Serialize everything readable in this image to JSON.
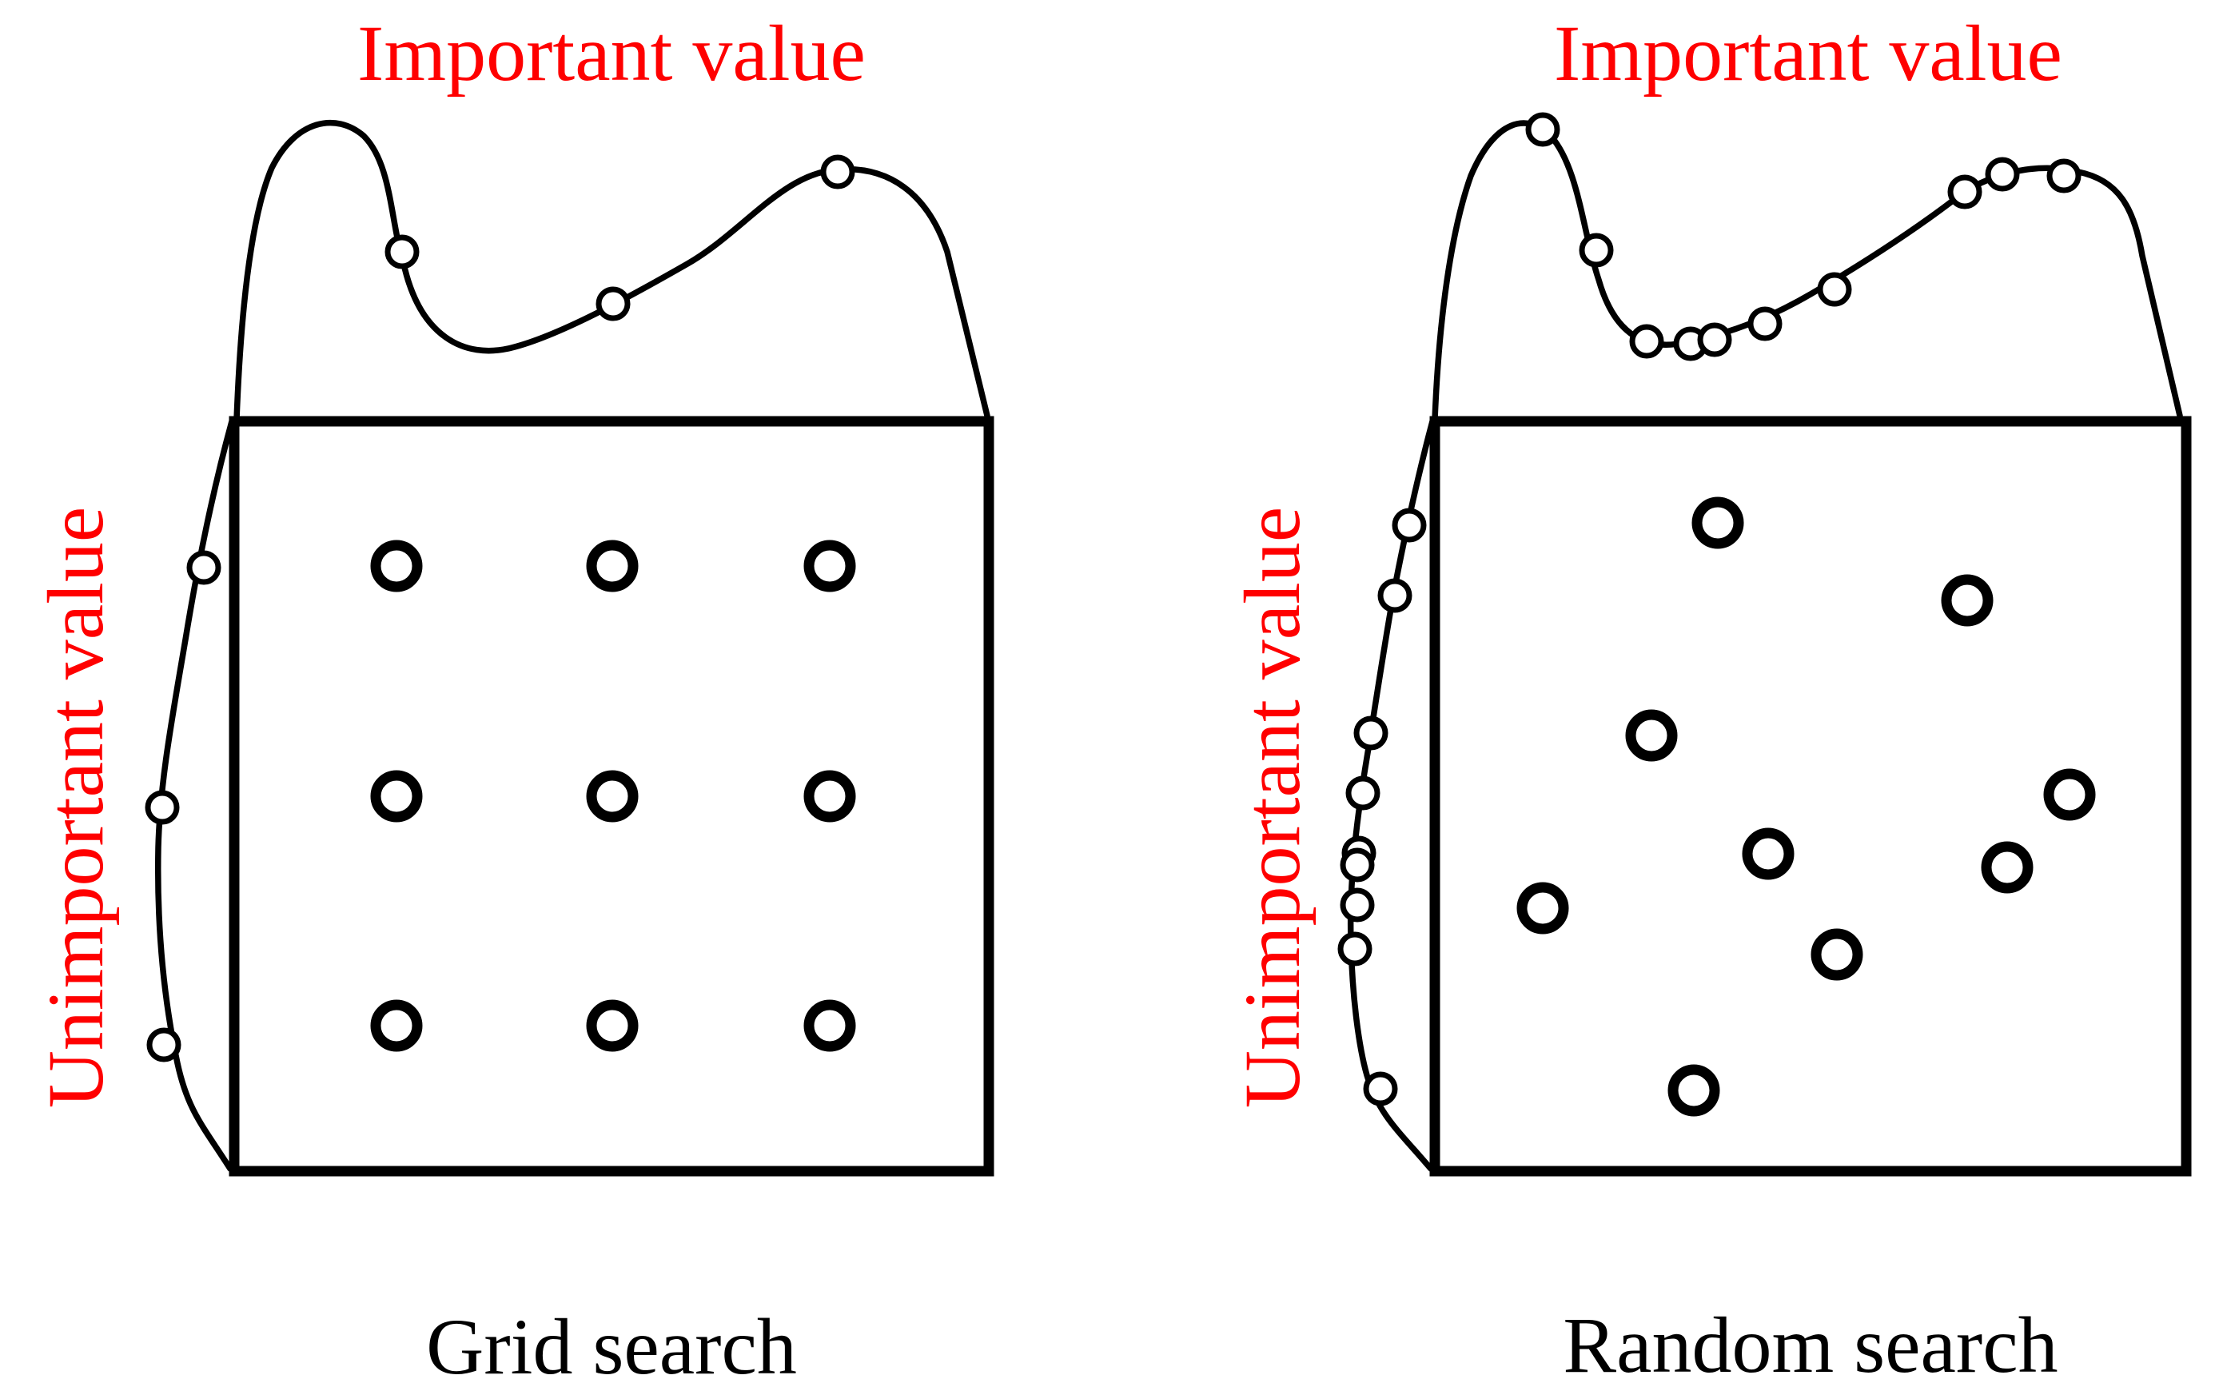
{
  "panels": [
    {
      "key": "grid",
      "caption": "Grid search",
      "top_label": "Important value",
      "side_label": "Unimportant value"
    },
    {
      "key": "random",
      "caption": "Random search",
      "top_label": "Important value",
      "side_label": "Unimportant value"
    }
  ],
  "colors": {
    "axis_label": "#ff0000",
    "caption": "#000000",
    "line": "#000000"
  }
}
